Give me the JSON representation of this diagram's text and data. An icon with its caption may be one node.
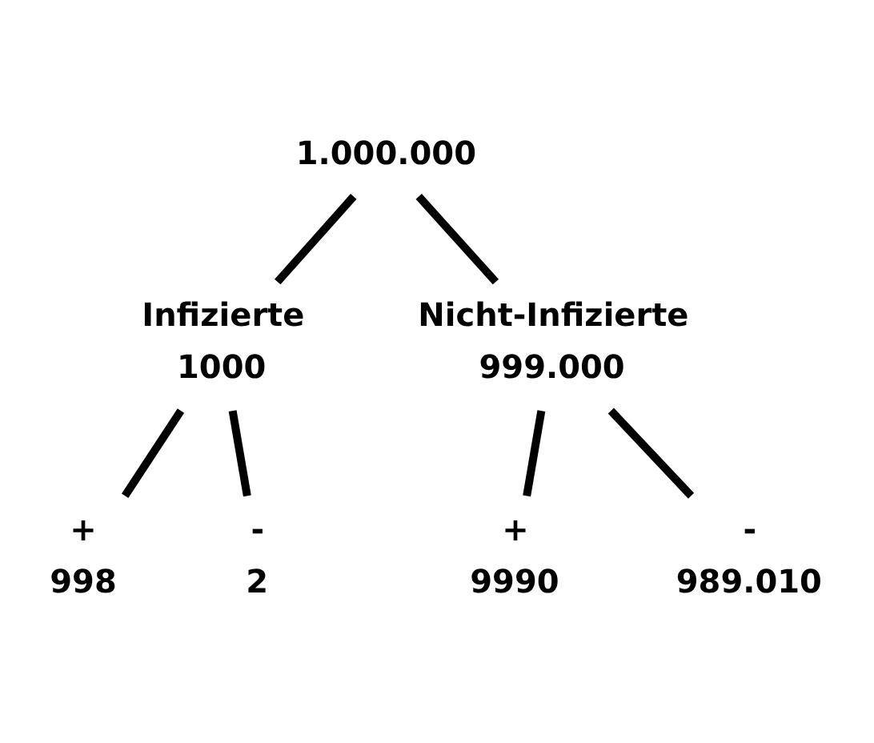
{
  "diagram": {
    "nodes": [
      {
        "text": [
          "1.000.000"
        ]
      },
      {
        "text": [
          "Infizierte",
          "1000"
        ]
      },
      {
        "text": [
          "Nicht-Infizierte",
          "999.000"
        ]
      },
      {
        "text": [
          "+",
          "998"
        ]
      },
      {
        "text": [
          "-",
          "2"
        ]
      },
      {
        "text": [
          "+",
          "9990"
        ]
      },
      {
        "text": [
          "-",
          "989.010"
        ]
      }
    ],
    "edges": [
      {
        "from": 0,
        "to": 1,
        "arrow": "none"
      },
      {
        "from": 0,
        "to": 2,
        "arrow": "none"
      },
      {
        "from": 1,
        "to": 3,
        "arrow": "none"
      },
      {
        "from": 1,
        "to": 4,
        "arrow": "none"
      },
      {
        "from": 2,
        "to": 5,
        "arrow": "none"
      },
      {
        "from": 2,
        "to": 6,
        "arrow": "none"
      }
    ]
  }
}
